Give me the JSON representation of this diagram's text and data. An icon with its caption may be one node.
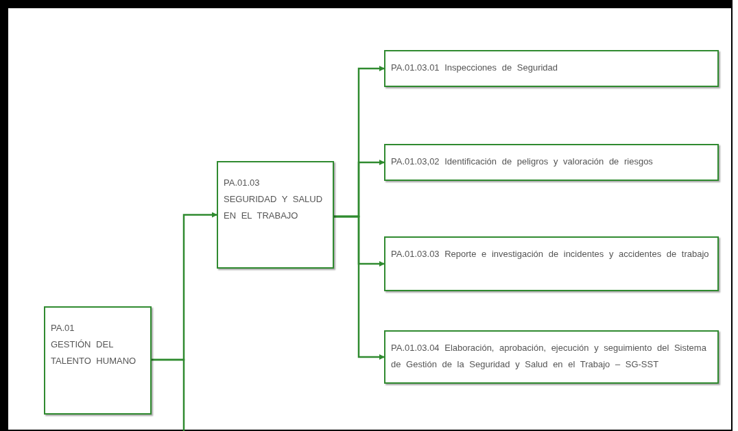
{
  "diagram": {
    "nodes": [
      {
        "text": [
          "PA.01",
          "GESTIÓN DEL TALENTO HUMANO"
        ]
      },
      {
        "text": [
          "PA.01.03",
          "SEGURIDAD Y SALUD EN EL TRABAJO"
        ]
      },
      {
        "text": [
          "PA.01.03.01 Inspecciones de Seguridad"
        ]
      },
      {
        "text": [
          "PA.01.03,02 Identificación de peligros y valoración de riesgos"
        ]
      },
      {
        "text": [
          "PA.01.03.03 Reporte e investigación de incidentes y accidentes de trabajo"
        ]
      },
      {
        "text": [
          "PA.01.03.04 Elaboración, aprobación, ejecución y seguimiento del Sistema de Gestión de la Seguridad y Salud en el Trabajo – SG-SST"
        ]
      }
    ],
    "edges": [
      {
        "from": 0,
        "to": 1,
        "arrow": "to"
      },
      {
        "from": 0,
        "to": null,
        "arrow": "none"
      },
      {
        "from": 1,
        "to": 2,
        "arrow": "to"
      },
      {
        "from": 1,
        "to": 3,
        "arrow": "to"
      },
      {
        "from": 1,
        "to": 4,
        "arrow": "to"
      },
      {
        "from": 1,
        "to": 5,
        "arrow": "to"
      }
    ]
  }
}
